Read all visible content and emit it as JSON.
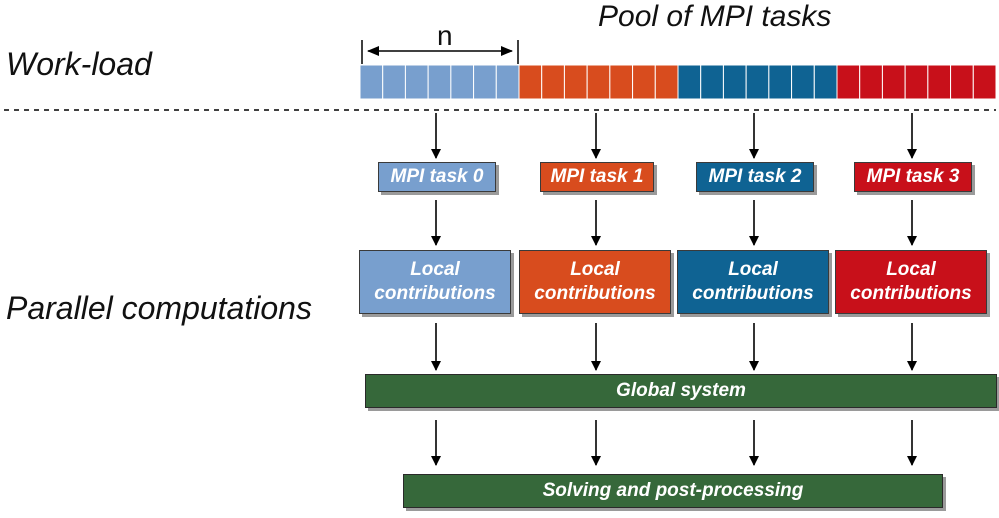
{
  "labels": {
    "workload": "Work-load",
    "parallel": "Parallel computations",
    "pool_title": "Pool of MPI tasks",
    "n": "n"
  },
  "tasks": [
    {
      "label": "MPI task 0",
      "local": "Local contributions",
      "color": "#789fce"
    },
    {
      "label": "MPI task 1",
      "local": "Local contributions",
      "color": "#d84c1e"
    },
    {
      "label": "MPI task 2",
      "local": "Local contributions",
      "color": "#0f6393"
    },
    {
      "label": "MPI task 3",
      "local": "Local contributions",
      "color": "#c8101a"
    }
  ],
  "global_system": "Global system",
  "solving": "Solving and post-processing",
  "colors": {
    "green": "#36683a",
    "cell_border": "#ffffff",
    "arrow": "#000000"
  }
}
